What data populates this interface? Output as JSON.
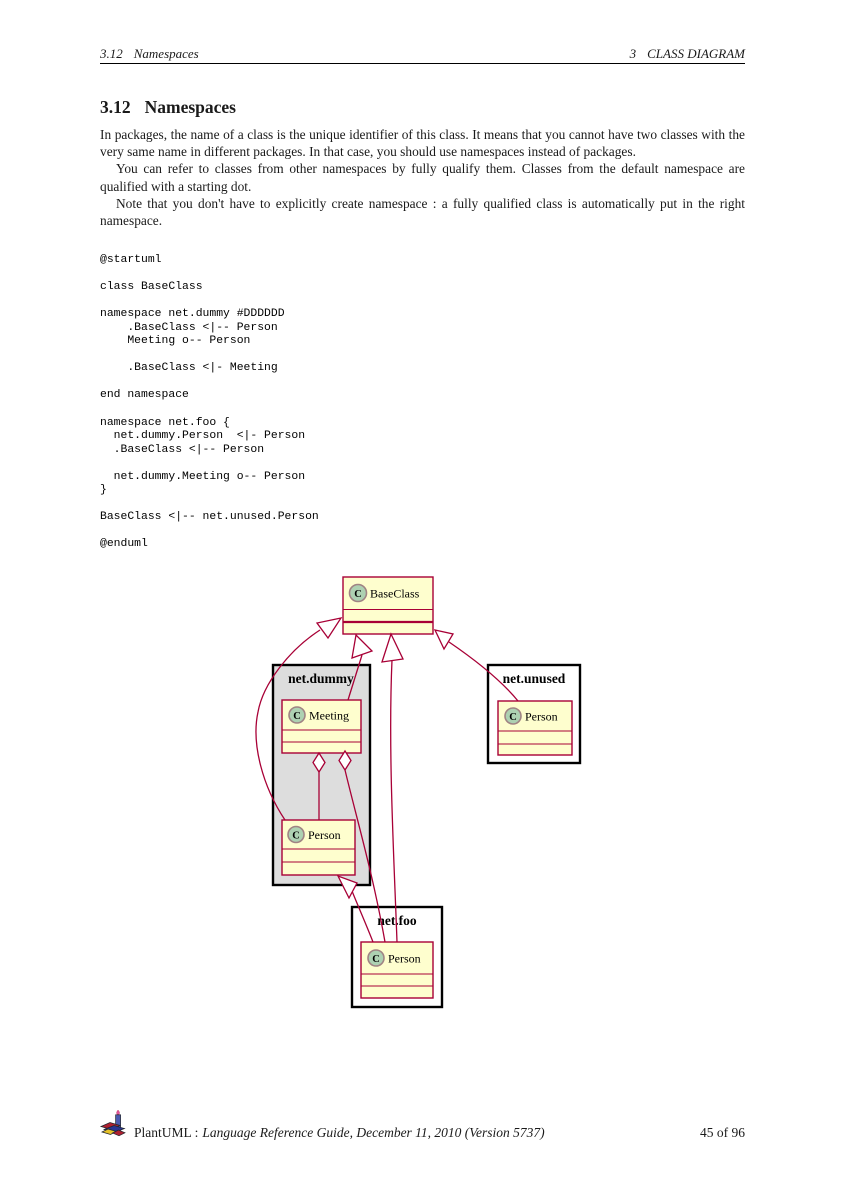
{
  "header": {
    "left_number": "3.12",
    "left_title": "Namespaces",
    "right_number": "3",
    "right_title": "CLASS DIAGRAM"
  },
  "section": {
    "number": "3.12",
    "title": "Namespaces"
  },
  "paragraphs": {
    "p1": "In packages, the name of a class is the unique identifier of this class. It means that you cannot have two classes with the very same name in different packages. In that case, you should use namespaces instead of packages.",
    "p2": "You can refer to classes from other namespaces by fully qualify them. Classes from the default namespace are qualified with a starting dot.",
    "p3": "Note that you don't have to explicitly create namespace : a fully qualified class is automatically put in the right namespace."
  },
  "code": "@startuml\n\nclass BaseClass\n\nnamespace net.dummy #DDDDDD\n    .BaseClass <|-- Person\n    Meeting o-- Person\n\n    .BaseClass <|- Meeting\n\nend namespace\n\nnamespace net.foo {\n  net.dummy.Person  <|- Person\n  .BaseClass <|-- Person\n\n  net.dummy.Meeting o-- Person\n}\n\nBaseClass <|-- net.unused.Person\n\n@enduml",
  "diagram": {
    "spot_letter": "C",
    "classes": {
      "base": "BaseClass",
      "meeting": "Meeting",
      "person_dummy": "Person",
      "person_unused": "Person",
      "person_foo": "Person"
    },
    "packages": {
      "dummy": "net.dummy",
      "unused": "net.unused",
      "foo": "net.foo"
    },
    "relations": [
      "BaseClass <|-- net.dummy.Person",
      "BaseClass <|- net.dummy.Meeting",
      "net.dummy.Meeting o-- net.dummy.Person",
      "BaseClass <|-- net.foo.Person",
      "net.dummy.Person <|- net.foo.Person",
      "net.dummy.Meeting o-- net.foo.Person",
      "BaseClass <|-- net.unused.Person"
    ],
    "colors": {
      "class_fill": "#FEFECE",
      "class_border": "#A80036",
      "edge": "#A80036",
      "dummy_package_fill": "#DDDDDD",
      "package_fill": "#FFFFFF",
      "package_border": "#000000",
      "spot_fill": "#ADD1B2"
    }
  },
  "footer": {
    "brand": "PlantUML :",
    "doc": "Language Reference Guide, December 11, 2010 (Version 5737)",
    "page": "45 of 96"
  }
}
